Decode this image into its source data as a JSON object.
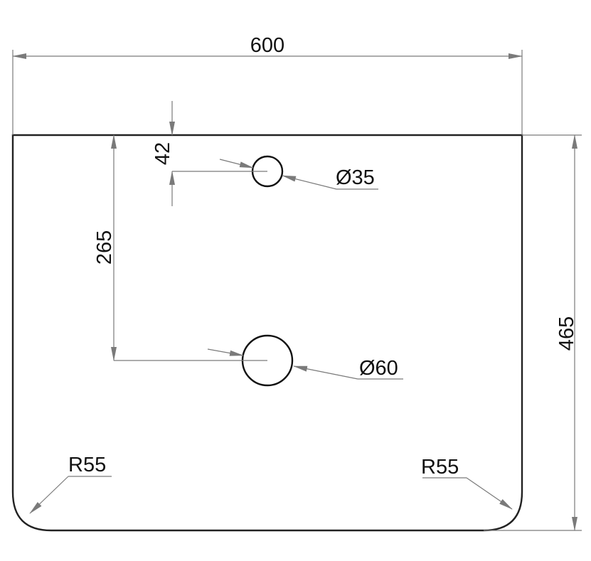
{
  "dimensions": {
    "width": "600",
    "height": "465",
    "hole_offset_top": "42",
    "hole_spacing": "265",
    "small_hole_diameter": "Ø35",
    "large_hole_diameter": "Ø60",
    "corner_radius_left": "R55",
    "corner_radius_right": "R55"
  },
  "colors": {
    "outline": "#222222",
    "dimension_lines": "#7a7a7a",
    "text": "#111111"
  }
}
